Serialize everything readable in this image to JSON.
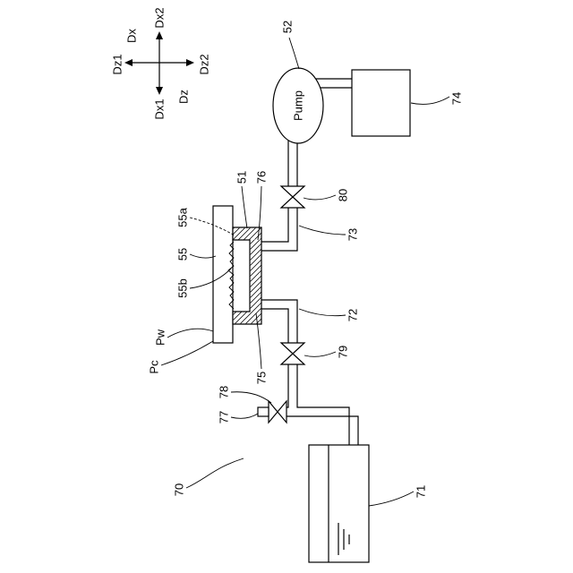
{
  "direction_legend": {
    "dx2": "Dx2",
    "dx": "Dx",
    "dz1": "Dz1",
    "dz2": "Dz2",
    "dx1": "Dx1",
    "dz": "Dz"
  },
  "pump": {
    "ref": "52",
    "text": "Pump"
  },
  "refs": {
    "r51": "51",
    "r55": "55",
    "r55a": "55a",
    "r55b": "55b",
    "r70": "70",
    "r71": "71",
    "r72": "72",
    "r73": "73",
    "r74": "74",
    "r75": "75",
    "r76": "76",
    "r77": "77",
    "r78": "78",
    "r79": "79",
    "r80": "80",
    "pw": "Pw",
    "pc": "Pc"
  },
  "colors": {
    "line": "#000000",
    "background": "#ffffff"
  }
}
